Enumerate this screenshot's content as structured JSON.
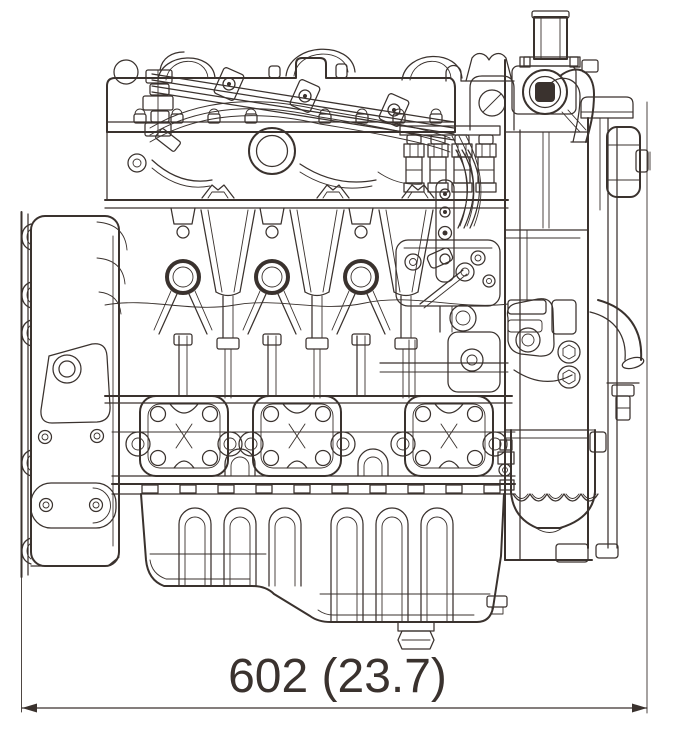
{
  "figure": {
    "type": "technical-line-drawing",
    "subject": "diesel engine side elevation view",
    "line_color": "#3a322e",
    "background_color": "#ffffff"
  },
  "dimension": {
    "label": "602 (23.7)",
    "value_mm": "602",
    "value_inches": "23.7"
  }
}
